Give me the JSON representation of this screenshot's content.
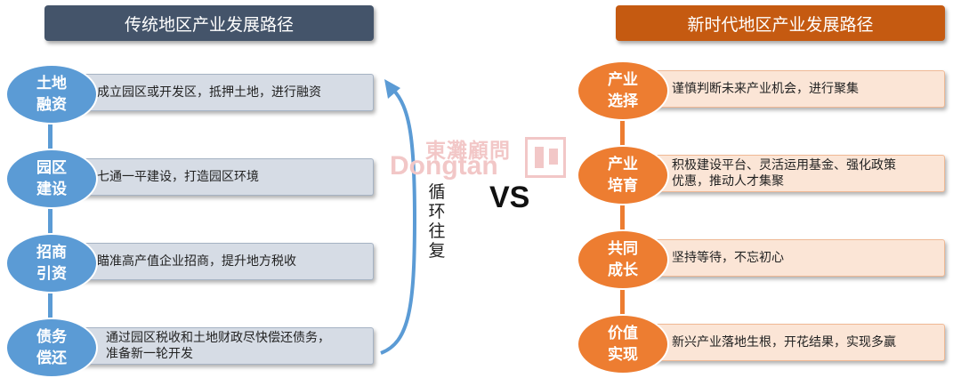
{
  "left": {
    "title": "传统地区产业发展路径",
    "steps": [
      {
        "label_line1": "土地",
        "label_line2": "融资",
        "desc": "成立园区或开发区，抵押土地，进行融资"
      },
      {
        "label_line1": "园区",
        "label_line2": "建设",
        "desc": "七通一平建设，打造园区环境"
      },
      {
        "label_line1": "招商",
        "label_line2": "引资",
        "desc": "瞄准高产值企业招商，提升地方税收"
      },
      {
        "label_line1": "债务",
        "label_line2": "偿还",
        "desc_line1": "通过园区税收和土地财政尽快偿还债务，",
        "desc_line2": "准备新一轮开发"
      }
    ],
    "cycle_label": "循环往复"
  },
  "vs": "VS",
  "right": {
    "title": "新时代地区产业发展路径",
    "steps": [
      {
        "label_line1": "产业",
        "label_line2": "选择",
        "desc": "谨慎判断未来产业机会，进行聚集"
      },
      {
        "label_line1": "产业",
        "label_line2": "培育",
        "desc_line1": "积极建设平台、灵活运用基金、强化政策",
        "desc_line2": "优惠，推动人才集聚"
      },
      {
        "label_line1": "共同",
        "label_line2": "成长",
        "desc": "坚持等待，不忘初心"
      },
      {
        "label_line1": "价值",
        "label_line2": "实现",
        "desc": "新兴产业落地生根，开花结果，实现多赢"
      }
    ]
  },
  "watermark": {
    "cn": "東灘顧問",
    "en": "Dongtan"
  },
  "colors": {
    "left_header": "#44546a",
    "right_header": "#c55a11",
    "left_circle": "#5b9bd5",
    "right_circle": "#ed7d31",
    "left_box": "#d6dce5",
    "right_box": "#fbe5d6",
    "arrow": "#5b9bd5"
  }
}
